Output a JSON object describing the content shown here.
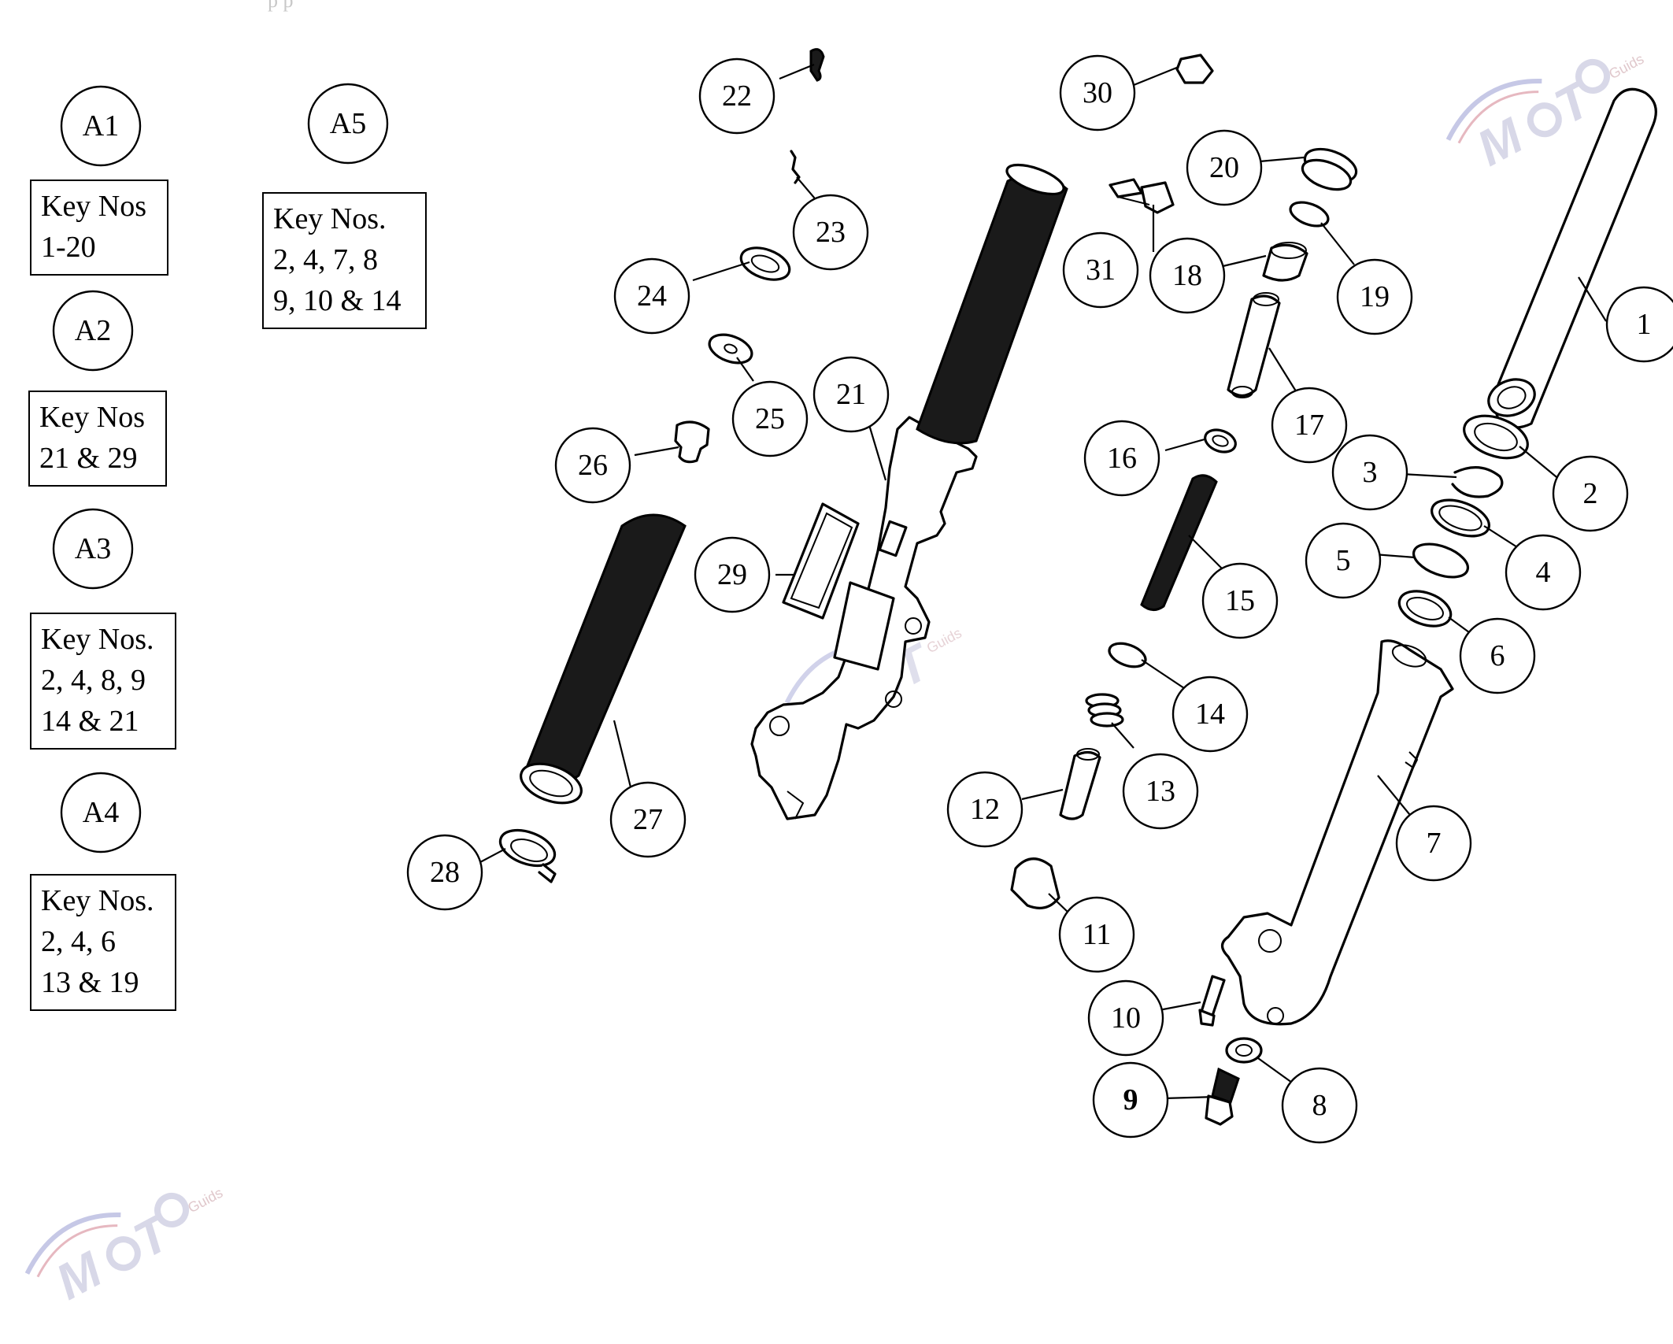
{
  "header_fragment": "p                    p",
  "assemblies": [
    {
      "label": "A1",
      "lines": [
        "Key Nos",
        "1-20"
      ]
    },
    {
      "label": "A2",
      "lines": [
        "Key Nos",
        "21 & 29"
      ]
    },
    {
      "label": "A3",
      "lines": [
        "Key Nos.",
        "2, 4, 8, 9",
        "14 & 21"
      ]
    },
    {
      "label": "A4",
      "lines": [
        "Key Nos.",
        "2, 4, 6",
        "13 & 19"
      ]
    },
    {
      "label": "A5",
      "lines": [
        "Key Nos.",
        "2, 4, 7, 8",
        "9, 10 & 14"
      ]
    }
  ],
  "callouts": [
    "1",
    "2",
    "3",
    "4",
    "5",
    "6",
    "7",
    "8",
    "9",
    "10",
    "11",
    "12",
    "13",
    "14",
    "15",
    "16",
    "17",
    "18",
    "19",
    "20",
    "21",
    "22",
    "23",
    "24",
    "25",
    "26",
    "27",
    "28",
    "29",
    "30",
    "31"
  ],
  "watermark": {
    "text": "MOTO",
    "sub": "Guids"
  }
}
